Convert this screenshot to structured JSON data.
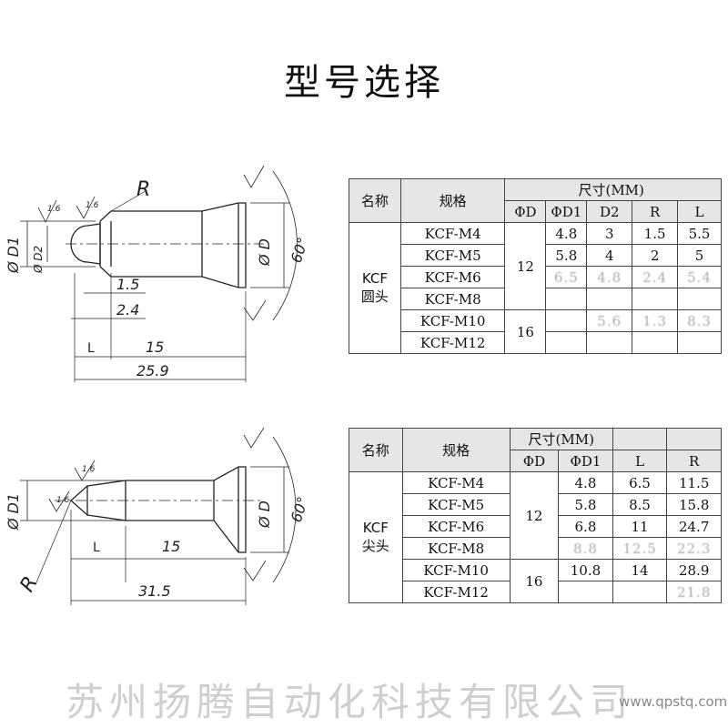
{
  "page": {
    "title": "型号选择",
    "footer": "苏州扬腾自动化科技有限公司",
    "url": "www.qpstq.com"
  },
  "drawing1": {
    "d1": "Ø D1",
    "d2": "Ø D2",
    "d": "Ø D",
    "r": "R",
    "angle": "60°",
    "dim_a": "1.5",
    "dim_b": "2.4",
    "l": "L",
    "dim_c": "15",
    "total": "25.9",
    "finish": "1.6"
  },
  "drawing2": {
    "d1": "Ø D1",
    "d": "Ø D",
    "r": "R",
    "angle": "60°",
    "l": "L",
    "dim_c": "15",
    "total": "31.5",
    "finish": "1.6"
  },
  "table1": {
    "h_name": "名称",
    "h_spec": "规格",
    "h_size": "尺寸(MM)",
    "h_phid": "ΦD",
    "h_phid1": "ΦD1",
    "h_d2": "D2",
    "h_r": "R",
    "h_l": "L",
    "group": "KCF\n圆头",
    "rows": [
      {
        "spec": "KCF-M4",
        "d1": "4.8",
        "d2": "3",
        "r": "1.5",
        "l": "5.5"
      },
      {
        "spec": "KCF-M5",
        "d1": "5.8",
        "d2": "4",
        "r": "2",
        "l": "5"
      },
      {
        "spec": "KCF-M6",
        "d1": "6.5",
        "d2": "4.8",
        "r": "2.4",
        "l": "5.4"
      },
      {
        "spec": "KCF-M8",
        "d1": "",
        "d2": "",
        "r": "",
        "l": ""
      },
      {
        "spec": "KCF-M10",
        "d1": "",
        "d2": "5.6",
        "r": "1.3",
        "l": "8.3"
      },
      {
        "spec": "KCF-M12",
        "d1": "",
        "d2": "",
        "r": "",
        "l": ""
      }
    ],
    "phid_a": "12",
    "phid_b": "16"
  },
  "table2": {
    "h_name": "名称",
    "h_spec": "规格",
    "h_size": "尺寸(MM)",
    "h_phid": "ΦD",
    "h_phid1": "ΦD1",
    "h_l": "L",
    "h_r": "R",
    "group": "KCF\n尖头",
    "rows": [
      {
        "spec": "KCF-M4",
        "d1": "4.8",
        "l": "6.5",
        "r": "11.5"
      },
      {
        "spec": "KCF-M5",
        "d1": "5.8",
        "l": "8.5",
        "r": "15.8"
      },
      {
        "spec": "KCF-M6",
        "d1": "6.8",
        "l": "11",
        "r": "24.7"
      },
      {
        "spec": "KCF-M8",
        "d1": "8.8",
        "l": "12.5",
        "r": "22.3"
      },
      {
        "spec": "KCF-M10",
        "d1": "10.8",
        "l": "14",
        "r": "28.9"
      },
      {
        "spec": "KCF-M12",
        "d1": "",
        "l": "",
        "r": "21.8"
      }
    ],
    "phid_a": "12",
    "phid_b": "16"
  }
}
